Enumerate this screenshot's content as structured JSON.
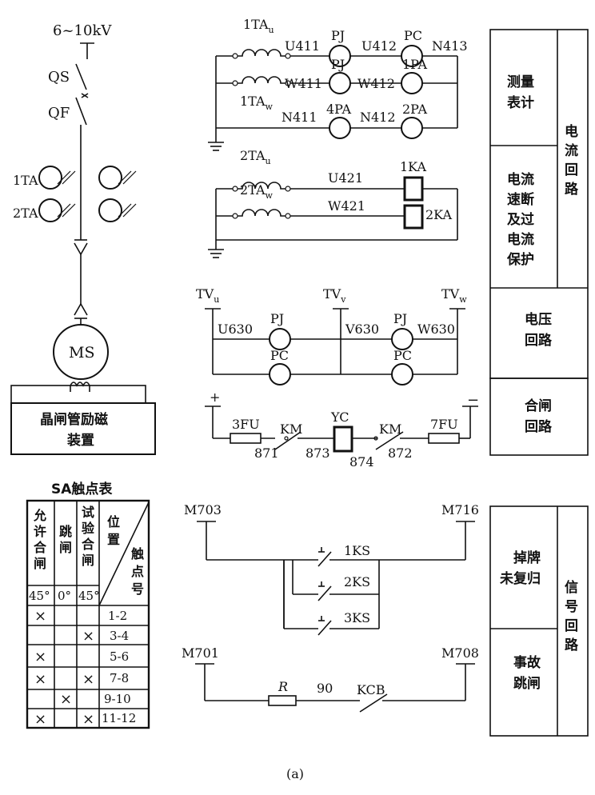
{
  "left": {
    "voltage": "6~10kV",
    "qs": "QS",
    "qf": "QF",
    "ta1": "1TA",
    "ta2": "2TA",
    "motor": "MS",
    "exciter_line1": "晶闸管励磁",
    "exciter_line2": "装置"
  },
  "circuit": {
    "ta1u": "1TA",
    "ta1u_sub": "u",
    "ta1w": "1TA",
    "ta1w_sub": "w",
    "ta2u": "2TA",
    "ta2u_sub": "u",
    "ta2w": "2TA",
    "ta2w_sub": "w",
    "u411": "U411",
    "w411": "W411",
    "n411": "N411",
    "pj1": "PJ",
    "pj2": "PJ",
    "pa4": "4PA",
    "u412": "U412",
    "w412": "W412",
    "n412": "N412",
    "pc1": "PC",
    "pa1": "1PA",
    "pa2": "2PA",
    "n413": "N413",
    "u421": "U421",
    "w421": "W421",
    "ka1": "1KA",
    "ka2": "2KA",
    "tvu": "TV",
    "tvu_sub": "u",
    "tvv": "TV",
    "tvv_sub": "v",
    "tvw": "TV",
    "tvw_sub": "w",
    "u630": "U630",
    "v630": "V630",
    "w630": "W630",
    "pj3": "PJ",
    "pj4": "PJ",
    "pc2": "PC",
    "pc3": "PC",
    "plus": "+",
    "minus": "−",
    "fu3": "3FU",
    "fu7": "7FU",
    "km1": "KM",
    "km2": "KM",
    "yc": "YC",
    "n871": "871",
    "n873": "873",
    "n874": "874",
    "n872": "872",
    "m703": "M703",
    "m716": "M716",
    "ks1": "1KS",
    "ks2": "2KS",
    "ks3": "3KS",
    "m701": "M701",
    "m708": "M708",
    "r": "R",
    "n90": "90",
    "kcb": "KCB"
  },
  "right_labels": {
    "measure_1": "测量",
    "measure_2": "表计",
    "current_loop": [
      "电",
      "流",
      "回",
      "路"
    ],
    "protect": [
      "电流",
      "速断",
      "及过",
      "电流",
      "保护"
    ],
    "voltage_1": "电压",
    "voltage_2": "回路",
    "close_1": "合闸",
    "close_2": "回路",
    "unreset_1": "掉牌",
    "unreset_2": "未复归",
    "signal_loop": [
      "信",
      "号",
      "回",
      "路"
    ],
    "fault_1": "事故",
    "fault_2": "跳闸"
  },
  "sa_table": {
    "title": "SA触点表",
    "col_allow": [
      "允",
      "许",
      "合",
      "闸"
    ],
    "col_trip": [
      "跳",
      "闸"
    ],
    "col_test": [
      "试",
      "验",
      "合",
      "闸"
    ],
    "col_pos": [
      "位",
      "置"
    ],
    "col_num": [
      "触",
      "点",
      "号"
    ],
    "angle_allow": "45°",
    "angle_trip": "0°",
    "angle_test": "45°",
    "rows": [
      {
        "allow": "×",
        "trip": "",
        "test": "",
        "num": "1-2"
      },
      {
        "allow": "",
        "trip": "",
        "test": "×",
        "num": "3-4"
      },
      {
        "allow": "×",
        "trip": "",
        "test": "",
        "num": "5-6"
      },
      {
        "allow": "×",
        "trip": "",
        "test": "×",
        "num": "7-8"
      },
      {
        "allow": "",
        "trip": "×",
        "test": "",
        "num": "9-10"
      },
      {
        "allow": "×",
        "trip": "",
        "test": "×",
        "num": "11-12"
      }
    ]
  },
  "caption": "(a)"
}
